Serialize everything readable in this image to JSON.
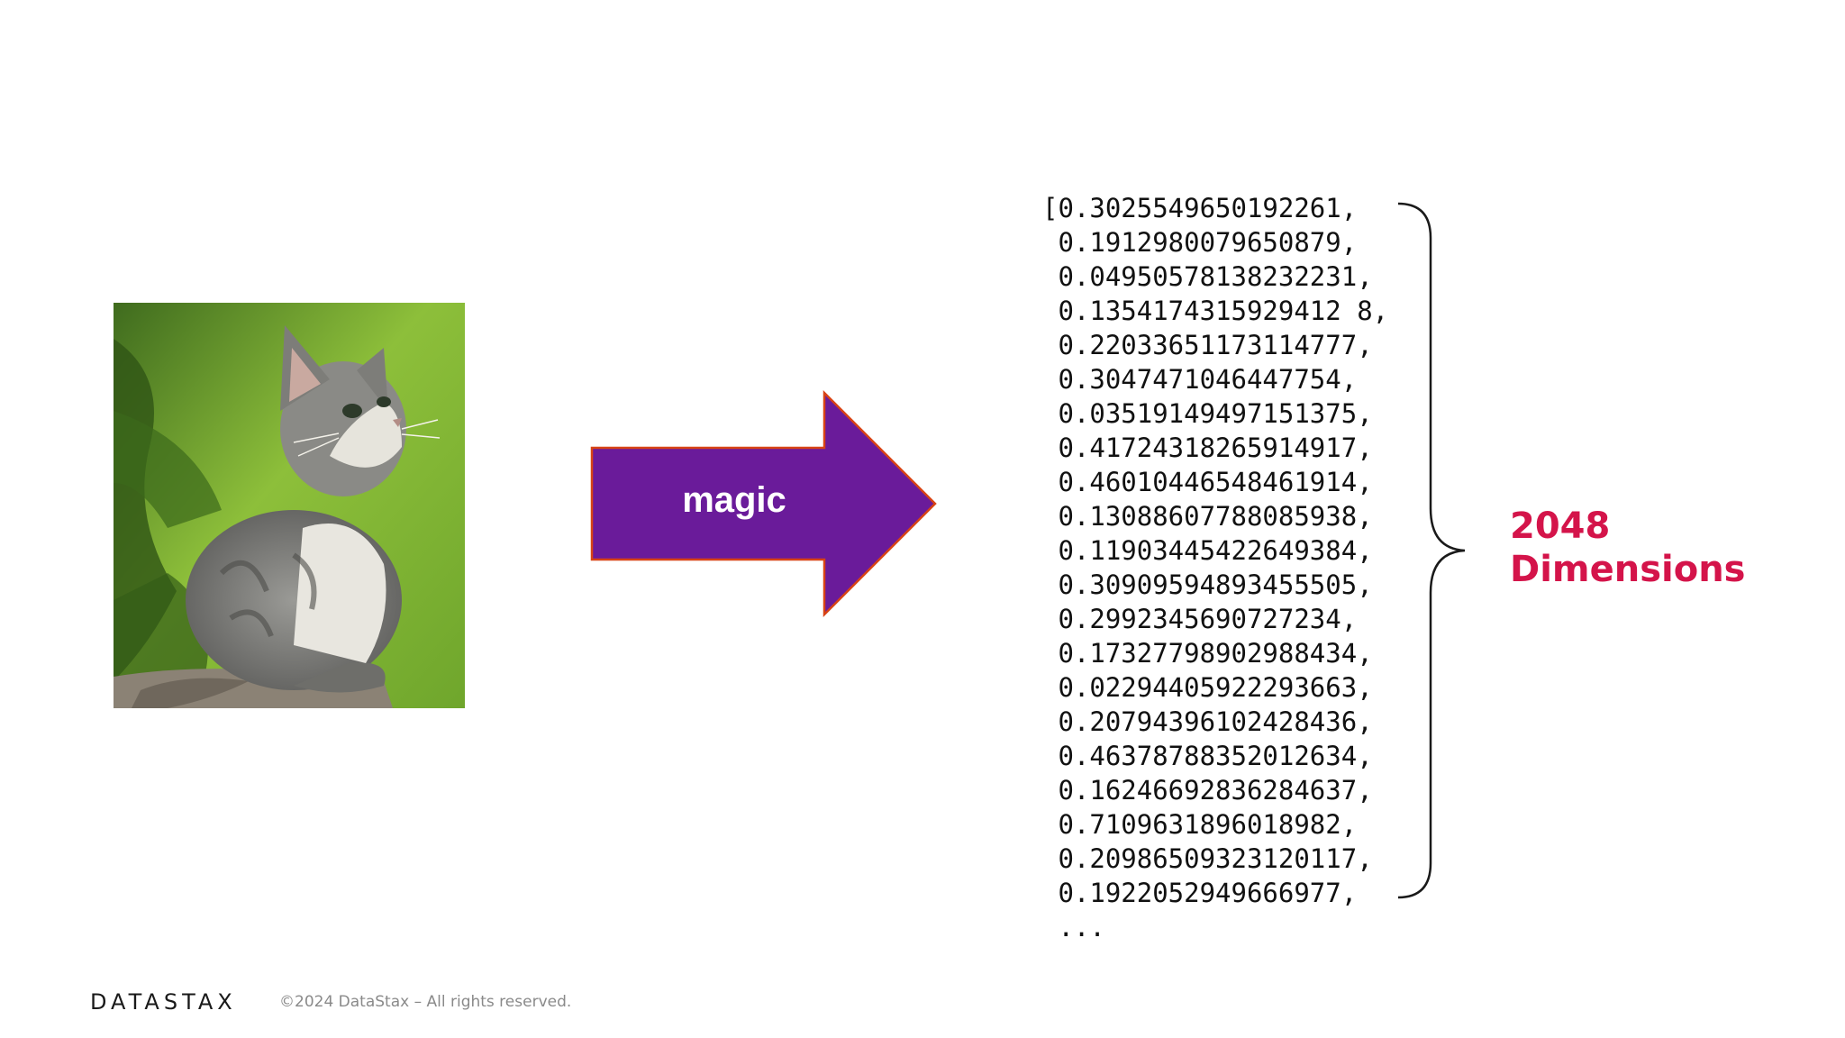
{
  "image": {
    "icon": "kitten-photo"
  },
  "arrow": {
    "label": "magic",
    "fill_color": "#6a1b9a",
    "stroke_color": "#d84315"
  },
  "vector": {
    "lines": [
      "[0.3025549650192261,",
      " 0.1912980079650879,",
      " 0.04950578138232231,",
      " 0.1354174315929412 8,",
      " 0.22033651173114777,",
      " 0.3047471046447754,",
      " 0.03519149497151375,",
      " 0.41724318265914917,",
      " 0.46010446548461914,",
      " 0.13088607788085938,",
      " 0.11903445422649384,",
      " 0.30909594893455505,",
      " 0.2992345690727234,",
      " 0.17327798902988434,",
      " 0.02294405922293663,",
      " 0.20794396102428436,",
      " 0.46378788352012634,",
      " 0.16246692836284637,",
      " 0.7109631896018982,",
      " 0.20986509323120117,",
      " 0.1922052949666977,",
      " ..."
    ]
  },
  "dimensions": {
    "number": "2048",
    "label": "Dimensions",
    "color": "#d4144a"
  },
  "footer": {
    "logo": "DATASTAX",
    "copyright": "©2024 DataStax – All rights reserved."
  }
}
